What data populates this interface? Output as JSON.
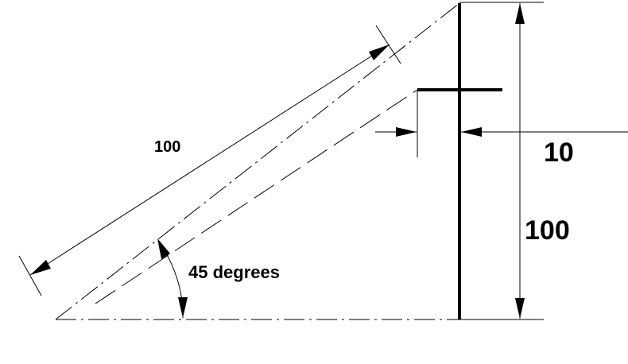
{
  "labels": {
    "slant_length": "100",
    "angle": "45 degrees",
    "offset": "10",
    "height": "100"
  }
}
